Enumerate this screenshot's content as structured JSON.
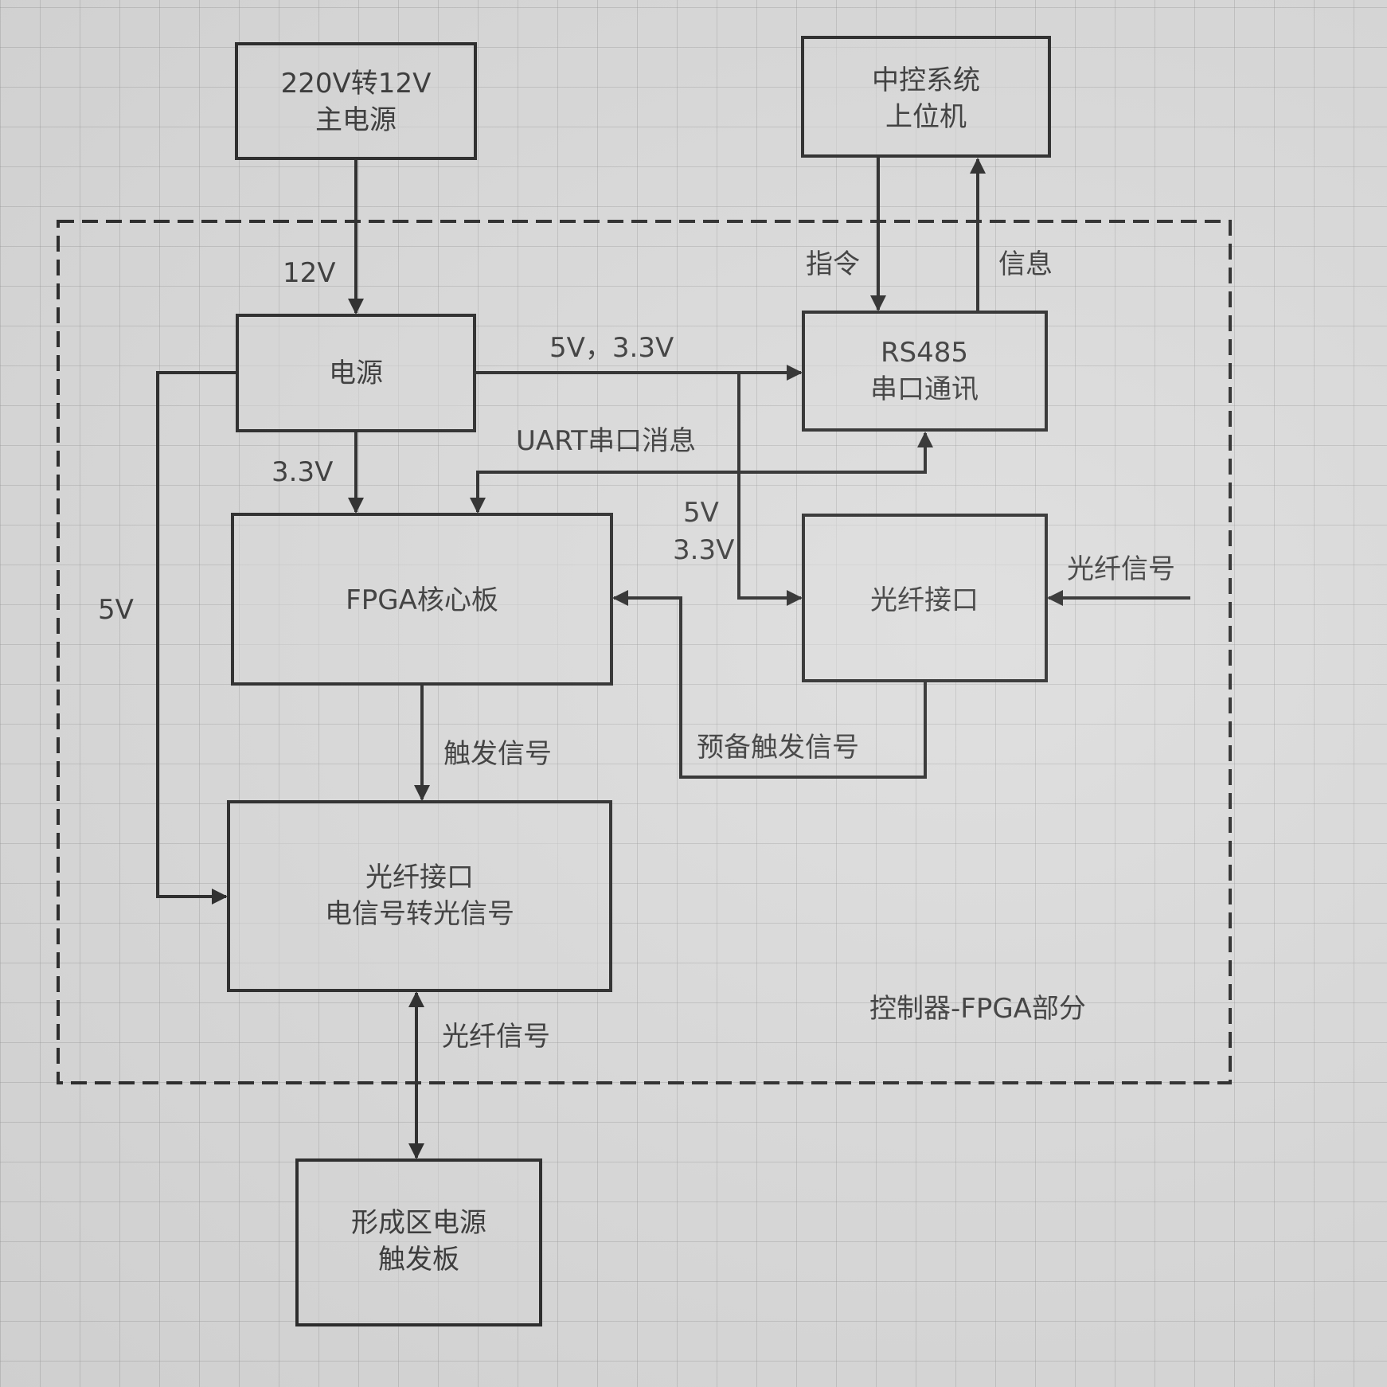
{
  "nodes": {
    "main_power": {
      "line1": "220V转12V",
      "line2": "主电源"
    },
    "host": {
      "line1": "中控系统",
      "line2": "上位机"
    },
    "power": {
      "label": "电源"
    },
    "rs485": {
      "line1": "RS485",
      "line2": "串口通讯"
    },
    "fpga": {
      "label": "FPGA核心板"
    },
    "fiber_in": {
      "label": "光纤接口"
    },
    "fiber_out": {
      "line1": "光纤接口",
      "line2": "电信号转光信号"
    },
    "trigger_board": {
      "line1": "形成区电源",
      "line2": "触发板"
    }
  },
  "labels": {
    "v12": "12V",
    "cmd": "指令",
    "info": "信息",
    "v5_v33": "5V，3.3V",
    "uart": "UART串口消息",
    "v33": "3.3V",
    "v5_right": "5V",
    "v33_right": "3.3V",
    "v5_left": "5V",
    "fiber_signal_in": "光纤信号",
    "trigger_signal": "触发信号",
    "reserve_trigger": "预备触发信号",
    "fiber_signal_out": "光纤信号",
    "region": "控制器-FPGA部分"
  }
}
